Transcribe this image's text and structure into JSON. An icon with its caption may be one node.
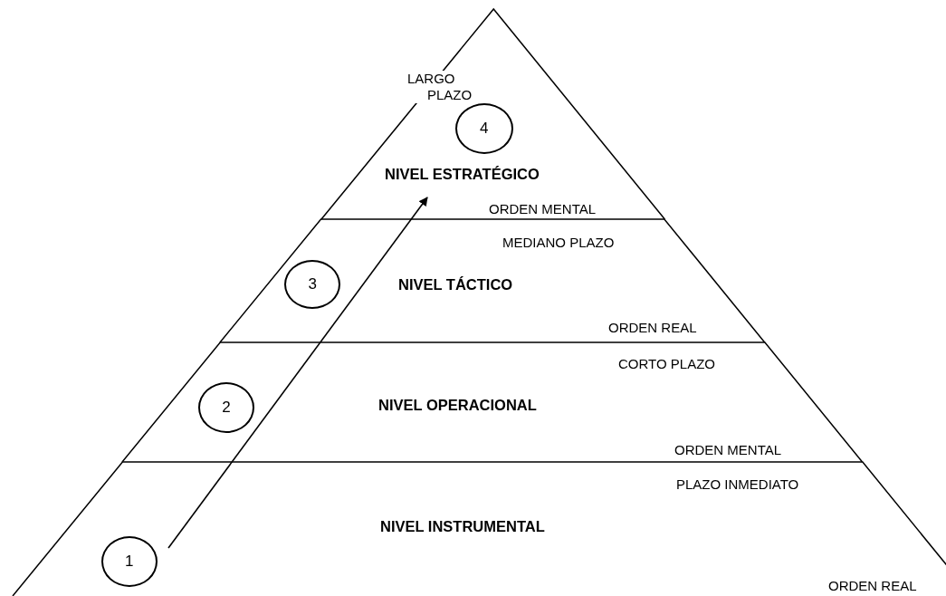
{
  "diagram": {
    "nodes": [
      {
        "text": [
          "LARGO PLAZO",
          "NIVEL ESTRATÉGICO",
          "ORDEN MENTAL"
        ]
      },
      {
        "text": [
          "4"
        ],
        "in": 0
      },
      {
        "text": [
          "MEDIANO PLAZO",
          "NIVEL TÁCTICO",
          "ORDEN REAL"
        ]
      },
      {
        "text": [
          "3"
        ],
        "in": 2
      },
      {
        "text": [
          "CORTO PLAZO",
          "NIVEL OPERACIONAL",
          "ORDEN MENTAL"
        ]
      },
      {
        "text": [
          "2"
        ],
        "in": 4
      },
      {
        "text": [
          "PLAZO INMEDIATO",
          "NIVEL INSTRUMENTAL",
          "ORDEN REAL"
        ]
      },
      {
        "text": [
          "1"
        ],
        "in": 6
      }
    ]
  }
}
